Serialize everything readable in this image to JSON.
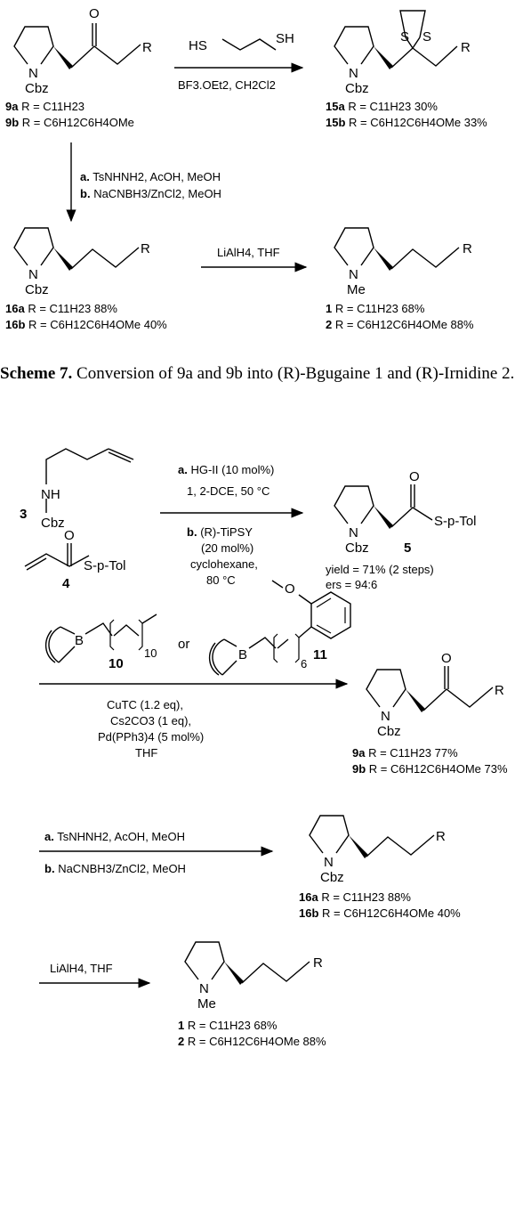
{
  "atoms": {
    "N": "N",
    "Cbz": "Cbz",
    "Me": "Me",
    "O": "O",
    "S": "S",
    "R": "R",
    "NH": "NH",
    "SH": "SH",
    "HS": "HS",
    "B": "B",
    "S_pTol": "S-p-Tol"
  },
  "scheme7": {
    "top_reagents": {
      "dithiol": "HS/SH",
      "conditions": "BF3.OEt2, CH2Cl2"
    },
    "sm_9a": {
      "id": "9a",
      "text": "R = C11H23"
    },
    "sm_9b": {
      "id": "9b",
      "text": "R = C6H12C6H4OMe"
    },
    "p15a": {
      "id": "15a",
      "text": "R = C11H23 30%"
    },
    "p15b": {
      "id": "15b",
      "text": "R = C6H12C6H4OMe 33%"
    },
    "step_a": {
      "tag": "a.",
      "text": "TsNHNH2, AcOH, MeOH"
    },
    "step_b": {
      "tag": "b.",
      "text": "NaCNBH3/ZnCl2, MeOH"
    },
    "p16a": {
      "id": "16a",
      "text": "R = C11H23 88%"
    },
    "p16b": {
      "id": "16b",
      "text": "R = C6H12C6H4OMe 40%"
    },
    "lialh4": "LiAlH4, THF",
    "p1": {
      "id": "1",
      "text": "R = C11H23 68%"
    },
    "p2": {
      "id": "2",
      "text": "R = C6H12C6H4OMe 88%"
    }
  },
  "caption": {
    "label": "Scheme 7.",
    "text": "Conversion of 9a and 9b into (R)-Bgugaine 1 and (R)-Irnidine 2."
  },
  "scheme8": {
    "cmp3": "3",
    "cmp4": "4",
    "cmp5": "5",
    "step_a": {
      "tag": "a.",
      "text": "HG-II (10 mol%)"
    },
    "step_a2": "1, 2-DCE, 50 °C",
    "step_b": {
      "tag": "b.",
      "text": "(R)-TiPSY"
    },
    "step_b2": "(20 mol%)",
    "step_b3": "cyclohexane,",
    "step_b4": "80 °C",
    "yield": "yield = 71% (2 steps)",
    "ers": "ers = 94:6",
    "cmp10": "10",
    "cmp11": "11",
    "sub10": "10",
    "sub6": "6",
    "or": "or",
    "suzuki1": "CuTC (1.2 eq),",
    "suzuki2": "Cs2CO3 (1 eq),",
    "suzuki3": "Pd(PPh3)4 (5 mol%)",
    "suzuki4": "THF",
    "p9a": {
      "id": "9a",
      "text": "R = C11H23 77%"
    },
    "p9b": {
      "id": "9b",
      "text": "R = C6H12C6H4OMe 73%"
    },
    "step2_a": {
      "tag": "a.",
      "text": "TsNHNH2, AcOH, MeOH"
    },
    "step2_b": {
      "tag": "b.",
      "text": "NaCNBH3/ZnCl2, MeOH"
    },
    "p16a": {
      "id": "16a",
      "text": "R = C11H23 88%"
    },
    "p16b": {
      "id": "16b",
      "text": "R = C6H12C6H4OMe 40%"
    },
    "lialh4": "LiAlH4, THF",
    "p1": {
      "id": "1",
      "text": "R = C11H23 68%"
    },
    "p2": {
      "id": "2",
      "text": "R = C6H12C6H4OMe 88%"
    }
  }
}
